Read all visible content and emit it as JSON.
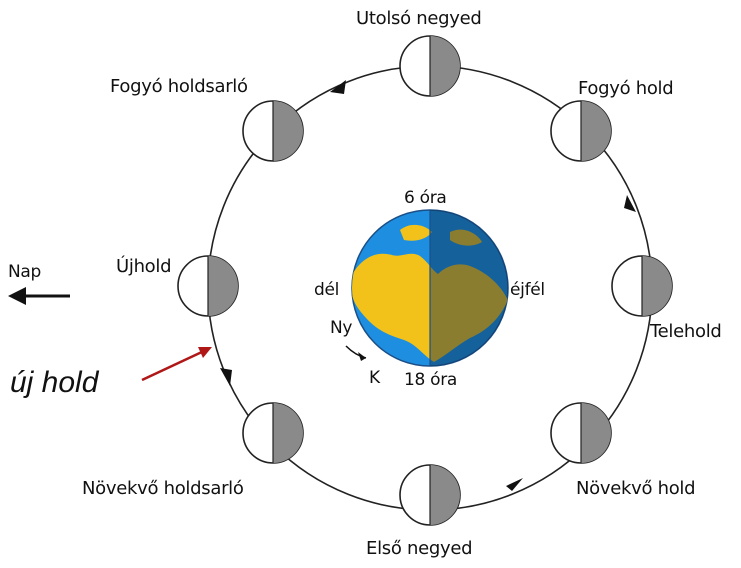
{
  "phases": {
    "top": "Utolsó negyed",
    "top_left": "Fogyó holdsarló",
    "top_right": "Fogyó hold",
    "left": "Újhold",
    "right": "Telehold",
    "bottom_left": "Növekvő holdsarló",
    "bottom_right": "Növekvő hold",
    "bottom": "Első negyed"
  },
  "sun": {
    "label": "Nap"
  },
  "earth": {
    "top": "6 óra",
    "bottom": "18 óra",
    "left": "dél",
    "right": "éjfél",
    "west": "Ny",
    "east": "K"
  },
  "annotation": {
    "text": "új hold",
    "color": "#b01818"
  },
  "colors": {
    "ocean": "#1e8fe0",
    "land": "#f2c21a",
    "moon_dark": "#8a8a8a",
    "moon_light": "#ffffff"
  }
}
